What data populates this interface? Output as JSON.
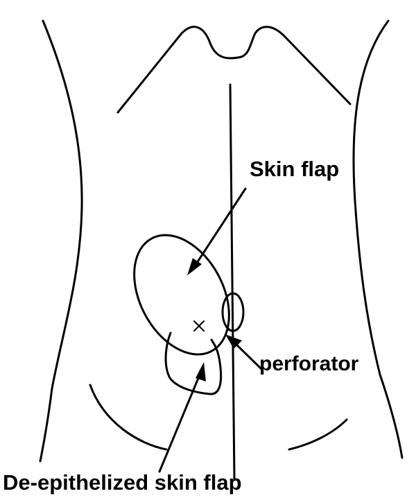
{
  "labels": {
    "skin_flap": "Skin flap",
    "perforator": "perforator",
    "de_epithelized": "De-epithelized skin flap"
  },
  "colors": {
    "ink": "#000000",
    "background": "#ffffff"
  }
}
